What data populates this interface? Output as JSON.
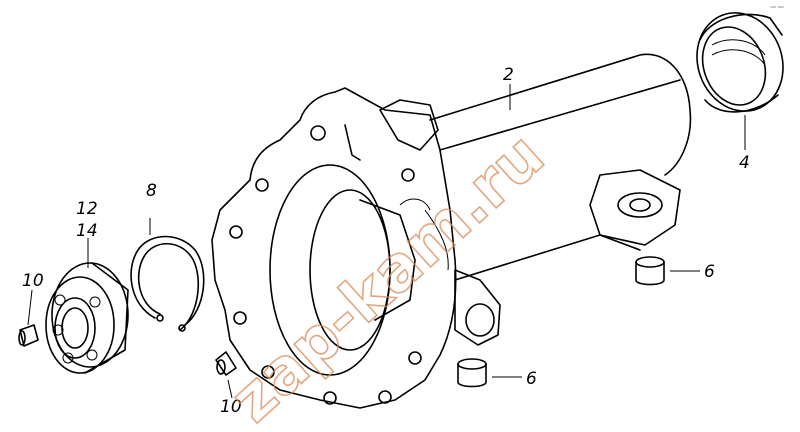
{
  "watermark": "zap-kam.ru",
  "corner_code": "¹⁰⁰ ⁰⁰⁰",
  "callouts": {
    "housing": "2",
    "seal": "4",
    "bushing_right": "6",
    "bushing_bottom": "6",
    "snap_ring": "8",
    "pin_left": "10",
    "pin_bottom": "10",
    "bearing_a": "12",
    "bearing_b": "14"
  }
}
